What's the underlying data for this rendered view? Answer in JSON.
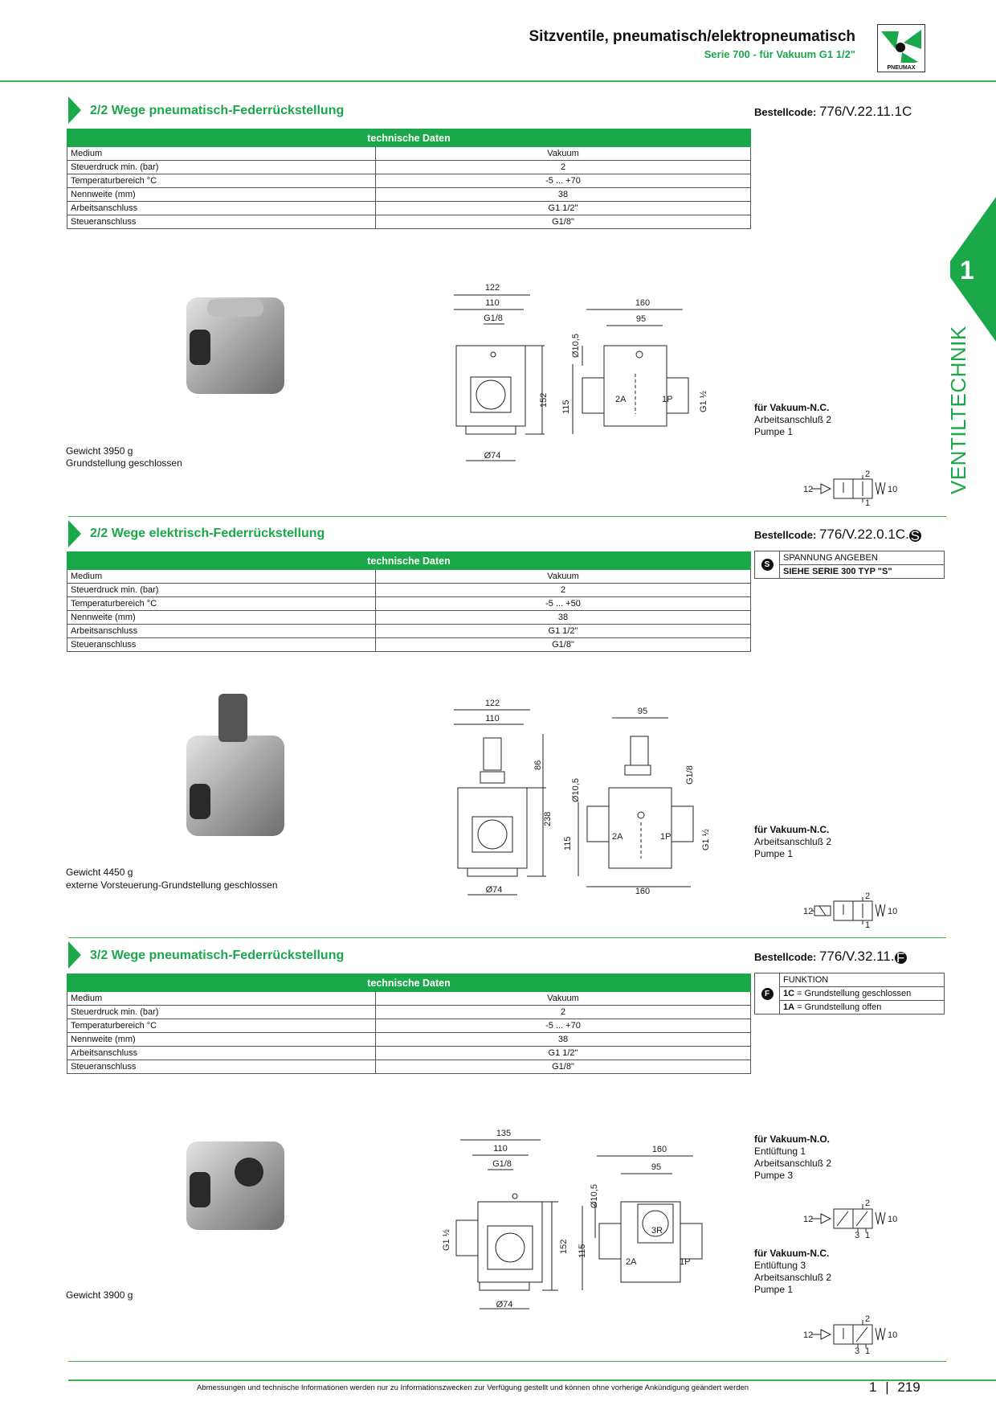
{
  "header": {
    "title": "Sitzventile, pneumatisch/elektropneumatisch",
    "subtitle": "Serie 700 - für Vakuum G1 1/2\"",
    "logo_text": "PNEUMAX",
    "chapter_number": "1",
    "chapter_title": "VENTILTECHNIK",
    "accent": "#1aa84a"
  },
  "sections": [
    {
      "title": "2/2 Wege pneumatisch-Federrückstellung",
      "order_label": "Bestellcode:",
      "order_code": "776/V.22.11.1C",
      "table_header": "technische Daten",
      "rows": [
        {
          "label": "Medium",
          "value": "Vakuum"
        },
        {
          "label": "Steuerdruck min. (bar)",
          "value": "2"
        },
        {
          "label": "Temperaturbereich °C",
          "value": "-5 ... +70"
        },
        {
          "label": "Nennweite (mm)",
          "value": "38"
        },
        {
          "label": "Arbeitsanschluss",
          "value": "G1 1/2\""
        },
        {
          "label": "Steueranschluss",
          "value": "G1/8\""
        }
      ],
      "notes": [
        "Gewicht 3950 g",
        "Grundstellung geschlossen"
      ],
      "side_title": "für Vakuum-N.C.",
      "side_lines": [
        "Arbeitsanschluß 2",
        "Pumpe 1"
      ],
      "dims": {
        "a": "122",
        "b": "110",
        "c": "G1/8",
        "d": "160",
        "e": "95",
        "f": "Ø10,5",
        "g": "152",
        "h": "115",
        "i": "Ø74",
        "j": "G1 ½",
        "p1": "2A",
        "p2": "1P"
      },
      "symbol": {
        "left": "12",
        "right": "10",
        "top": "2",
        "bottom": "1"
      }
    },
    {
      "title": "2/2 Wege elektrisch-Federrückstellung",
      "order_label": "Bestellcode:",
      "order_code": "776/V.22.0.1C.",
      "order_badge": "S",
      "option_head": "SPANNUNG ANGEBEN",
      "option_line": "SIEHE SERIE 300 TYP \"S\"",
      "table_header": "technische Daten",
      "rows": [
        {
          "label": "Medium",
          "value": "Vakuum"
        },
        {
          "label": "Steuerdruck min. (bar)",
          "value": "2"
        },
        {
          "label": "Temperaturbereich °C",
          "value": "-5 ... +50"
        },
        {
          "label": "Nennweite (mm)",
          "value": "38"
        },
        {
          "label": "Arbeitsanschluss",
          "value": "G1 1/2\""
        },
        {
          "label": "Steueranschluss",
          "value": "G1/8\""
        }
      ],
      "notes": [
        "Gewicht 4450 g",
        "externe Vorsteuerung-Grundstellung geschlossen"
      ],
      "side_title": "für Vakuum-N.C.",
      "side_lines": [
        "Arbeitsanschluß 2",
        "Pumpe 1"
      ],
      "dims": {
        "a": "122",
        "b": "110",
        "c": "86",
        "d": "95",
        "e": "G1/8",
        "f": "Ø10,5",
        "g": "238",
        "h": "115",
        "i": "Ø74",
        "j": "G1 ½",
        "k": "160",
        "p1": "2A",
        "p2": "1P"
      },
      "symbol": {
        "left": "12",
        "right": "10",
        "top": "2",
        "bottom": "1"
      }
    },
    {
      "title": "3/2 Wege pneumatisch-Federrückstellung",
      "order_label": "Bestellcode:",
      "order_code": "776/V.32.11.",
      "order_badge": "F",
      "option_head": "FUNKTION",
      "option_rows": [
        {
          "code": "1C",
          "text": " = Grundstellung geschlossen"
        },
        {
          "code": "1A",
          "text": " = Grundstellung offen"
        }
      ],
      "table_header": "technische Daten",
      "rows": [
        {
          "label": "Medium",
          "value": "Vakuum"
        },
        {
          "label": "Steuerdruck min. (bar)",
          "value": "2"
        },
        {
          "label": "Temperaturbereich °C",
          "value": "-5 ... +70"
        },
        {
          "label": "Nennweite (mm)",
          "value": "38"
        },
        {
          "label": "Arbeitsanschluss",
          "value": "G1 1/2\""
        },
        {
          "label": "Steueranschluss",
          "value": "G1/8\""
        }
      ],
      "notes": [
        "Gewicht 3900 g"
      ],
      "side_no_title": "für Vakuum-N.O.",
      "side_no_lines": [
        "Entlüftung 1",
        "Arbeitsanschluß 2",
        "Pumpe 3"
      ],
      "side_nc_title": "für Vakuum-N.C.",
      "side_nc_lines": [
        "Entlüftung 3",
        "Arbeitsanschluß 2",
        "Pumpe 1"
      ],
      "dims": {
        "a": "135",
        "b": "110",
        "c": "G1/8",
        "d": "160",
        "e": "95",
        "f": "Ø10,5",
        "g": "152",
        "h": "115",
        "i": "Ø74",
        "j": "G1 ½",
        "p1": "2A",
        "p2": "1P",
        "p3": "3R"
      },
      "symbol": {
        "left": "12",
        "right": "10",
        "top": "2",
        "bottom1": "3",
        "bottom2": "1"
      }
    }
  ],
  "footer": {
    "note": "Abmessungen und technische Informationen werden nur zu Informationszwecken zur Verfügung gestellt und können ohne vorherige Ankündigung geändert werden",
    "chapter": "1",
    "separator": "|",
    "page": "219"
  }
}
